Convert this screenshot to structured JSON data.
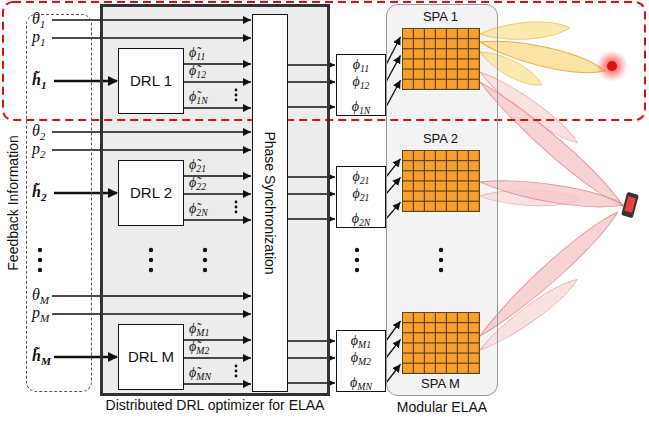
{
  "diagram": {
    "nodes": [
      {
        "text": [
          "Feedback Information"
        ]
      },
      {
        "text": [
          "Distributed DRL optimizer for ELAA"
        ]
      },
      {
        "text": [
          "DRL 1"
        ],
        "in": 1
      },
      {
        "text": [
          "DRL 2"
        ],
        "in": 1
      },
      {
        "text": [
          "DRL M"
        ],
        "in": 1
      },
      {
        "text": [
          "Phase Synchronization"
        ],
        "in": 1
      },
      {
        "text": [
          "ϕ11",
          "ϕ12",
          "ϕ1N"
        ]
      },
      {
        "text": [
          "ϕ21",
          "ϕ21",
          "ϕ2N"
        ]
      },
      {
        "text": [
          "ϕM1",
          "ϕM2",
          "ϕMN"
        ]
      },
      {
        "text": [
          "Modular ELAA"
        ]
      },
      {
        "text": [
          "SPA 1"
        ],
        "in": 9
      },
      {
        "text": [
          "SPA 2"
        ],
        "in": 9
      },
      {
        "text": [
          "SPA M"
        ],
        "in": 9
      }
    ],
    "edges": [
      {
        "from": 2,
        "to": 5,
        "label": "ϕ̃11",
        "arrow": "to"
      },
      {
        "from": 2,
        "to": 5,
        "label": "ϕ̃12",
        "arrow": "to"
      },
      {
        "from": 2,
        "to": 5,
        "label": "ϕ̃1N",
        "arrow": "to"
      },
      {
        "from": 3,
        "to": 5,
        "label": "ϕ̃21",
        "arrow": "to"
      },
      {
        "from": 3,
        "to": 5,
        "label": "ϕ̃22",
        "arrow": "to"
      },
      {
        "from": 3,
        "to": 5,
        "label": "ϕ̃2N",
        "arrow": "to"
      },
      {
        "from": 4,
        "to": 5,
        "label": "ϕ̃M1",
        "arrow": "to"
      },
      {
        "from": 4,
        "to": 5,
        "label": "ϕ̃M2",
        "arrow": "to"
      },
      {
        "from": 4,
        "to": 5,
        "label": "ϕ̃MN",
        "arrow": "to"
      },
      {
        "from": 5,
        "to": 6,
        "arrow": "to"
      },
      {
        "from": 5,
        "to": 6,
        "arrow": "to"
      },
      {
        "from": 5,
        "to": 6,
        "arrow": "to"
      },
      {
        "from": 5,
        "to": 7,
        "arrow": "to"
      },
      {
        "from": 5,
        "to": 7,
        "arrow": "to"
      },
      {
        "from": 5,
        "to": 7,
        "arrow": "to"
      },
      {
        "from": 5,
        "to": 8,
        "arrow": "to"
      },
      {
        "from": 5,
        "to": 8,
        "arrow": "to"
      },
      {
        "from": 5,
        "to": 8,
        "arrow": "to"
      },
      {
        "from": 6,
        "to": 10,
        "arrow": "to"
      },
      {
        "from": 6,
        "to": 10,
        "arrow": "to"
      },
      {
        "from": 6,
        "to": 10,
        "arrow": "to"
      },
      {
        "from": 7,
        "to": 11,
        "arrow": "to"
      },
      {
        "from": 7,
        "to": 11,
        "arrow": "to"
      },
      {
        "from": 7,
        "to": 11,
        "arrow": "to"
      },
      {
        "from": 8,
        "to": 12,
        "arrow": "to"
      },
      {
        "from": 8,
        "to": 12,
        "arrow": "to"
      },
      {
        "from": 8,
        "to": 12,
        "arrow": "to"
      }
    ],
    "labels": [
      "θ1",
      "p1",
      "h̃1",
      "θ2",
      "p2",
      "h̃2",
      "θM",
      "pM",
      "h̃M"
    ]
  }
}
